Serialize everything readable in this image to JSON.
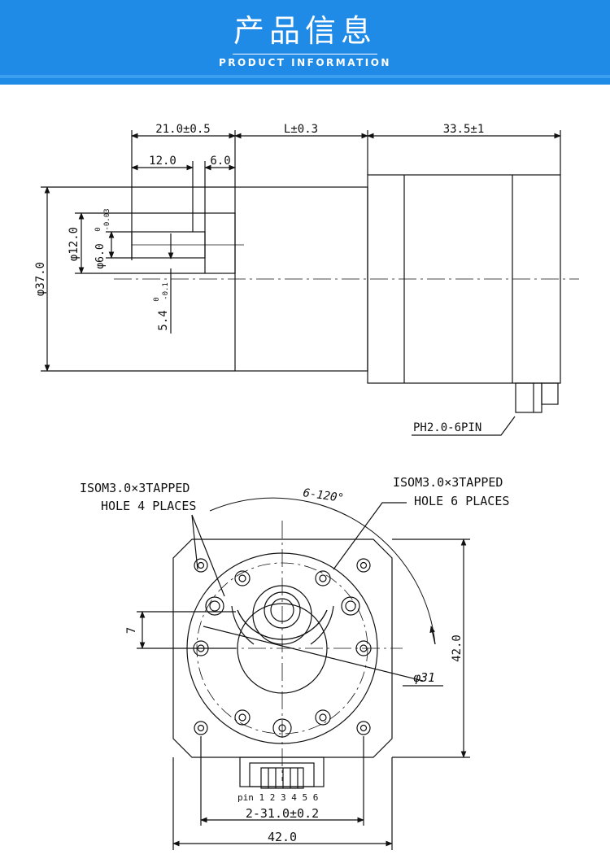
{
  "header": {
    "title": "产品信息",
    "subtitle": "PRODUCT INFORMATION",
    "background_color": "#1f8be6"
  },
  "side_view": {
    "dim_output_length": "21.0±0.5",
    "dim_gearbox_length": "L±0.3",
    "dim_motor_length": "33.5±1",
    "dim_shaft_length": "12.0",
    "dim_flange_step": "6.0",
    "dim_body_diameter": "φ37.0",
    "dim_boss_diameter": "φ12.0",
    "dim_shaft_diameter": "φ6.0",
    "shaft_tol_upper": "0",
    "shaft_tol_lower": "-0.03",
    "dim_flat": "5.4",
    "flat_tol_upper": "0",
    "flat_tol_lower": "-0.1",
    "connector_label": "PH2.0-6PIN"
  },
  "front_view": {
    "note_left_line1": "ISOM3.0×3TAPPED",
    "note_left_line2": "HOLE 4 PLACES",
    "note_right_line1": "ISOM3.0×3TAPPED",
    "note_right_line2": "HOLE 6 PLACES",
    "angle_label": "6-120°",
    "offset_label": "7",
    "pcd_label": "φ31",
    "height_label": "42.0",
    "pin_label": "pin 1 2 3 4 5 6",
    "hole_spacing_label": "2-31.0±0.2",
    "width_label": "42.0"
  }
}
